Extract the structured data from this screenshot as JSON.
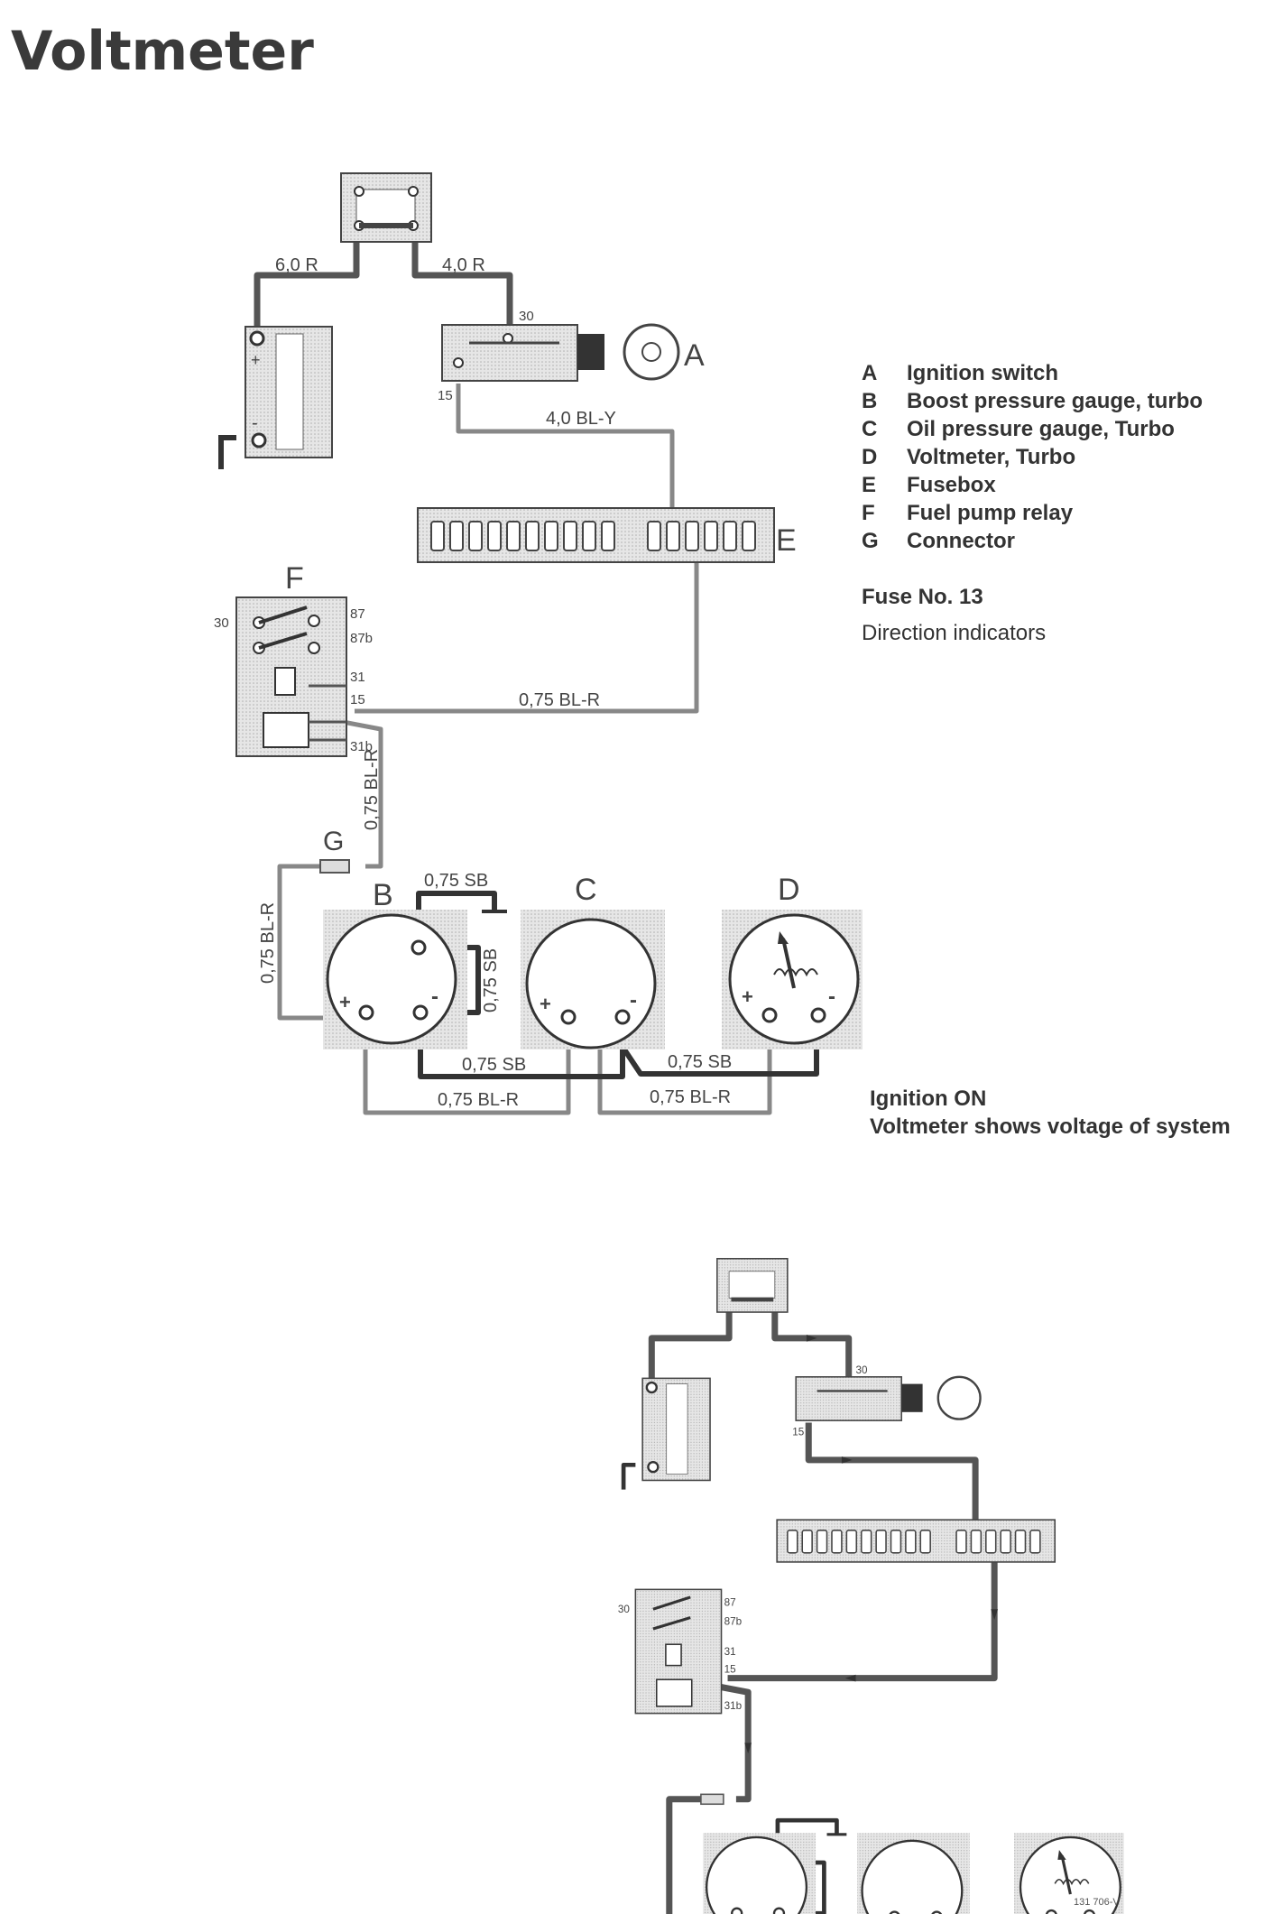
{
  "title": "Voltmeter",
  "legend": [
    {
      "key": "A",
      "label": "Ignition switch"
    },
    {
      "key": "B",
      "label": "Boost pressure gauge, turbo"
    },
    {
      "key": "C",
      "label": "Oil pressure gauge, Turbo"
    },
    {
      "key": "D",
      "label": "Voltmeter, Turbo"
    },
    {
      "key": "E",
      "label": "Fusebox"
    },
    {
      "key": "F",
      "label": "Fuel pump relay"
    },
    {
      "key": "G",
      "label": "Connector"
    }
  ],
  "fuse": {
    "number": "Fuse No. 13",
    "description": "Direction indicators"
  },
  "state": {
    "line1": "Ignition ON",
    "line2": "Voltmeter shows voltage of system"
  },
  "wires": {
    "w1": "6,0 R",
    "w2": "4,0 R",
    "w3": "4,0 BL-Y",
    "w4": "0,75 BL-R",
    "w5": "0,75 BL-R",
    "w6": "0,75 BL-R",
    "w7": "0,75 SB",
    "w8": "0,75 SB",
    "w9": "0,75 SB",
    "w10": "0,75 SB",
    "w11": "0,75 BL-R",
    "w12": "0,75 BL-R"
  },
  "components": {
    "a": "A",
    "b": "B",
    "c": "C",
    "d": "D",
    "e": "E",
    "f": "F",
    "g": "G"
  },
  "terminals": {
    "t30": "30",
    "t15": "15",
    "t87": "87",
    "t87b": "87b",
    "t31": "31",
    "t31b": "31b"
  },
  "figure_ref": "131 706-V"
}
